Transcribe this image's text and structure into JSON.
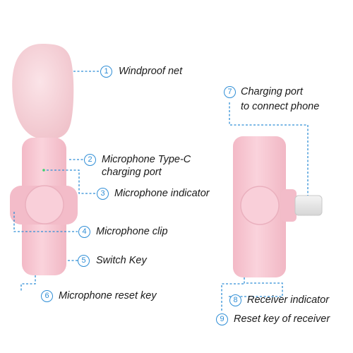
{
  "callouts": [
    {
      "num": "1",
      "label": "Windproof net"
    },
    {
      "num": "2",
      "label": "Microphone Type-C",
      "label2": "charging port"
    },
    {
      "num": "3",
      "label": "Microphone indicator"
    },
    {
      "num": "4",
      "label": "Microphone clip"
    },
    {
      "num": "5",
      "label": "Switch Key"
    },
    {
      "num": "6",
      "label": "Microphone reset key"
    },
    {
      "num": "7",
      "label": "Charging port",
      "label2": "to connect phone"
    },
    {
      "num": "8",
      "label": "Receiver indicator"
    },
    {
      "num": "9",
      "label": "Reset key of receiver"
    }
  ],
  "colors": {
    "accent": "#2f8ed6",
    "device_pink": "#f7c9d4",
    "foam_pink": "#f6d2d8",
    "indicator_green": "#3bd16f"
  }
}
